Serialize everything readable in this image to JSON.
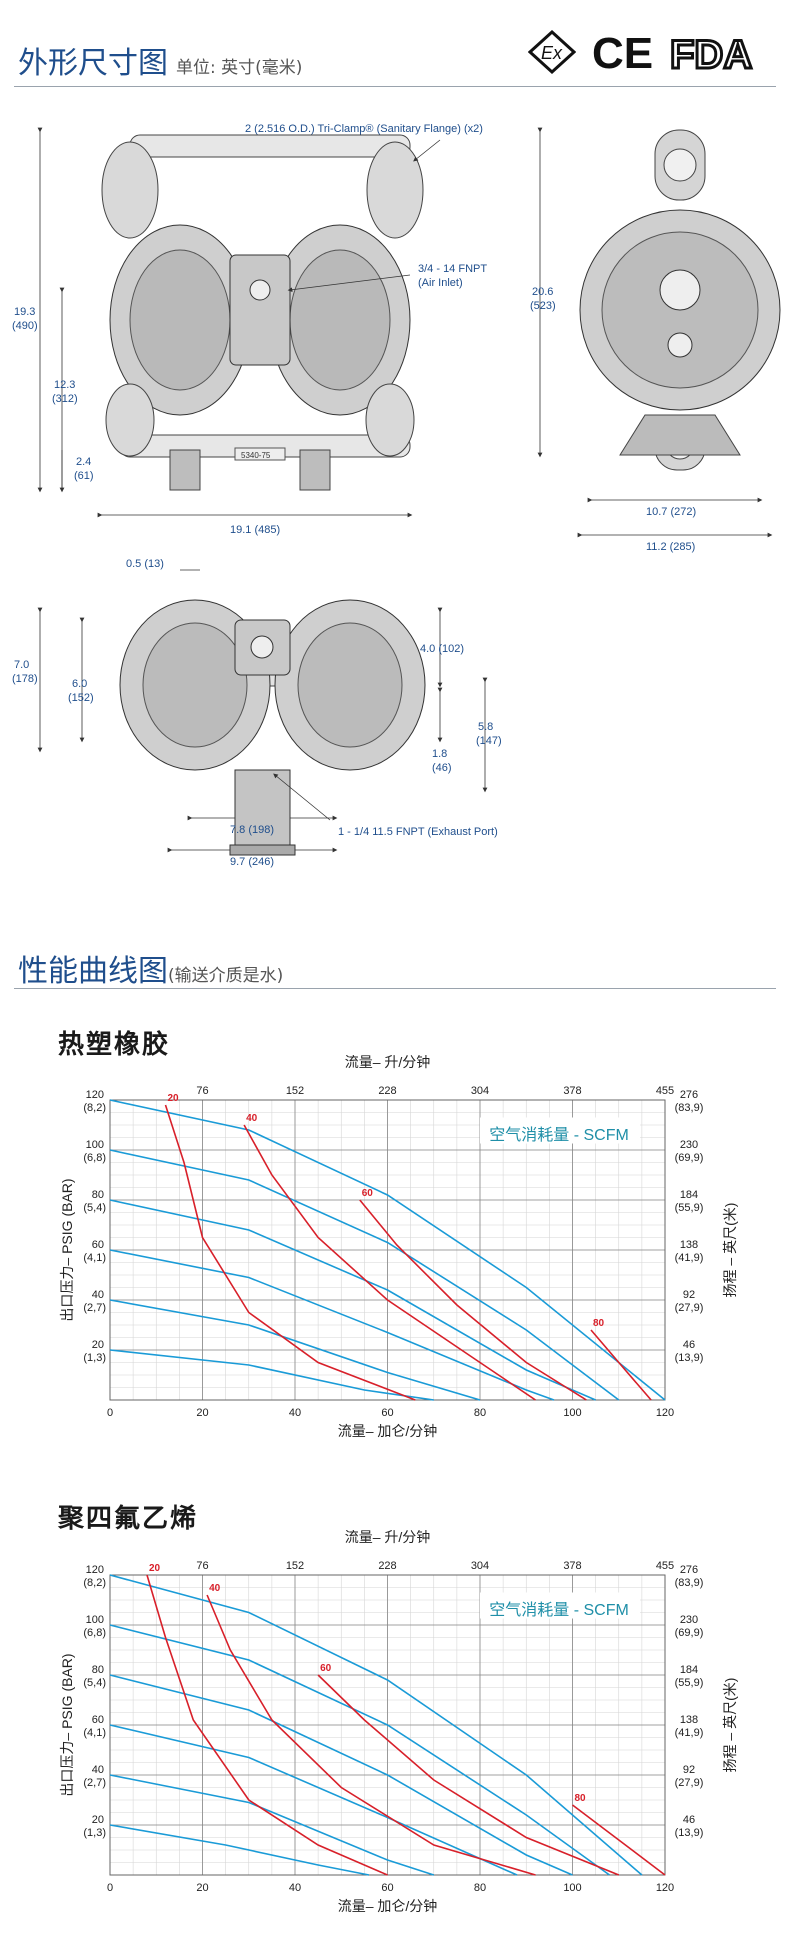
{
  "header": {
    "title": "外形尺寸图",
    "unit_label": "单位:",
    "unit_value": "英寸(毫米)",
    "logos": [
      "Ex",
      "CE",
      "FDA"
    ]
  },
  "dimensions": {
    "front": {
      "flange_note": "2 (2.516 O.D.) Tri-Clamp® (Sanitary Flange) (x2)",
      "air_inlet_1": "3/4 - 14 FNPT",
      "air_inlet_2": "(Air Inlet)",
      "h_total_in": "19.3",
      "h_total_mm": "(490)",
      "h_mid_in": "12.3",
      "h_mid_mm": "(312)",
      "h_base_in": "2.4",
      "h_base_mm": "(61)",
      "width": "19.1 (485)",
      "model_plate": "5340-75"
    },
    "side": {
      "h_in": "20.6",
      "h_mm": "(523)",
      "w1": "10.7 (272)",
      "w2": "11.2 (285)"
    },
    "top": {
      "a": "0.5 (13)",
      "h1_in": "7.0",
      "h1_mm": "(178)",
      "h2_in": "6.0",
      "h2_mm": "(152)",
      "r1": "4.0 (102)",
      "r2_in": "5.8",
      "r2_mm": "(147)",
      "r3_in": "1.8",
      "r3_mm": "(46)",
      "b1": "7.8 (198)",
      "b2": "9.7 (246)",
      "exhaust": "1 - 1/4 11.5 FNPT (Exhaust Port)"
    }
  },
  "performance": {
    "title": "性能曲线图",
    "subtitle": "(输送介质是水)"
  },
  "chart_data": [
    {
      "type": "line",
      "title": "热塑橡胶",
      "top_axis_label": "流量– 升/分钟",
      "top_ticks": [
        "76",
        "152",
        "228",
        "304",
        "378",
        "455"
      ],
      "xlabel": "流量– 加仑/分钟",
      "x_ticks": [
        "0",
        "20",
        "40",
        "60",
        "80",
        "100",
        "120"
      ],
      "xlim": [
        0,
        120
      ],
      "ylabel": "出口压力– PSIG (BAR)",
      "y_ticks": [
        [
          "120",
          "(8,2)"
        ],
        [
          "100",
          "(6,8)"
        ],
        [
          "80",
          "(5,4)"
        ],
        [
          "60",
          "(4,1)"
        ],
        [
          "40",
          "(2,7)"
        ],
        [
          "20",
          "(1,3)"
        ]
      ],
      "ylim": [
        0,
        120
      ],
      "right_label": "扬程 – 英尺(米)",
      "right_ticks": [
        [
          "276",
          "(83,9)"
        ],
        [
          "230",
          "(69,9)"
        ],
        [
          "184",
          "(55,9)"
        ],
        [
          "138",
          "(41,9)"
        ],
        [
          "92",
          "(27,9)"
        ],
        [
          "46",
          "(13,9)"
        ]
      ],
      "legend_text": "空气消耗量 - SCFM",
      "grid": true,
      "flow_series": [
        {
          "x": [
            0,
            30,
            60,
            90,
            120
          ],
          "y": [
            120,
            108,
            82,
            45,
            0
          ]
        },
        {
          "x": [
            0,
            30,
            60,
            90,
            110
          ],
          "y": [
            100,
            88,
            63,
            28,
            0
          ]
        },
        {
          "x": [
            0,
            30,
            60,
            90,
            105
          ],
          "y": [
            80,
            68,
            44,
            12,
            0
          ]
        },
        {
          "x": [
            0,
            30,
            60,
            90,
            96
          ],
          "y": [
            60,
            49,
            27,
            4,
            0
          ]
        },
        {
          "x": [
            0,
            30,
            60,
            80
          ],
          "y": [
            40,
            30,
            11,
            0
          ]
        },
        {
          "x": [
            0,
            30,
            55,
            70
          ],
          "y": [
            20,
            14,
            4,
            0
          ]
        }
      ],
      "air_series": [
        {
          "name": "20",
          "x": [
            12,
            16,
            20,
            30,
            45,
            66
          ],
          "y": [
            118,
            95,
            65,
            35,
            15,
            0
          ]
        },
        {
          "name": "40",
          "x": [
            29,
            35,
            45,
            60,
            80,
            92
          ],
          "y": [
            110,
            90,
            65,
            40,
            15,
            0
          ]
        },
        {
          "name": "60",
          "x": [
            54,
            62,
            75,
            90,
            103
          ],
          "y": [
            80,
            62,
            38,
            15,
            0
          ]
        },
        {
          "name": "80",
          "x": [
            104,
            110,
            117
          ],
          "y": [
            28,
            15,
            0
          ]
        }
      ]
    },
    {
      "type": "line",
      "title": "聚四氟乙烯",
      "top_axis_label": "流量– 升/分钟",
      "top_ticks": [
        "76",
        "152",
        "228",
        "304",
        "378",
        "455"
      ],
      "xlabel": "流量– 加仑/分钟",
      "x_ticks": [
        "0",
        "20",
        "40",
        "60",
        "80",
        "100",
        "120"
      ],
      "xlim": [
        0,
        120
      ],
      "ylabel": "出口压力– PSIG (BAR)",
      "y_ticks": [
        [
          "120",
          "(8,2)"
        ],
        [
          "100",
          "(6,8)"
        ],
        [
          "80",
          "(5,4)"
        ],
        [
          "60",
          "(4,1)"
        ],
        [
          "40",
          "(2,7)"
        ],
        [
          "20",
          "(1,3)"
        ]
      ],
      "ylim": [
        0,
        120
      ],
      "right_label": "扬程 – 英尺(米)",
      "right_ticks": [
        [
          "276",
          "(83,9)"
        ],
        [
          "230",
          "(69,9)"
        ],
        [
          "184",
          "(55,9)"
        ],
        [
          "138",
          "(41,9)"
        ],
        [
          "92",
          "(27,9)"
        ],
        [
          "46",
          "(13,9)"
        ]
      ],
      "legend_text": "空气消耗量 - SCFM",
      "grid": true,
      "flow_series": [
        {
          "x": [
            0,
            30,
            60,
            90,
            115
          ],
          "y": [
            120,
            105,
            78,
            40,
            0
          ]
        },
        {
          "x": [
            0,
            30,
            60,
            90,
            108
          ],
          "y": [
            100,
            86,
            60,
            24,
            0
          ]
        },
        {
          "x": [
            0,
            30,
            60,
            90,
            100
          ],
          "y": [
            80,
            66,
            40,
            8,
            0
          ]
        },
        {
          "x": [
            0,
            30,
            60,
            88
          ],
          "y": [
            60,
            47,
            23,
            0
          ]
        },
        {
          "x": [
            0,
            30,
            60,
            70
          ],
          "y": [
            40,
            29,
            6,
            0
          ]
        },
        {
          "x": [
            0,
            25,
            45,
            56
          ],
          "y": [
            20,
            12,
            4,
            0
          ]
        }
      ],
      "air_series": [
        {
          "name": "20",
          "x": [
            8,
            12,
            18,
            30,
            45,
            60
          ],
          "y": [
            120,
            95,
            62,
            30,
            12,
            0
          ]
        },
        {
          "name": "40",
          "x": [
            21,
            26,
            35,
            50,
            70,
            92
          ],
          "y": [
            112,
            90,
            62,
            35,
            12,
            0
          ]
        },
        {
          "name": "60",
          "x": [
            45,
            55,
            70,
            90,
            110
          ],
          "y": [
            80,
            62,
            38,
            15,
            0
          ]
        },
        {
          "name": "80",
          "x": [
            100,
            110,
            120
          ],
          "y": [
            28,
            14,
            0
          ]
        }
      ]
    }
  ]
}
